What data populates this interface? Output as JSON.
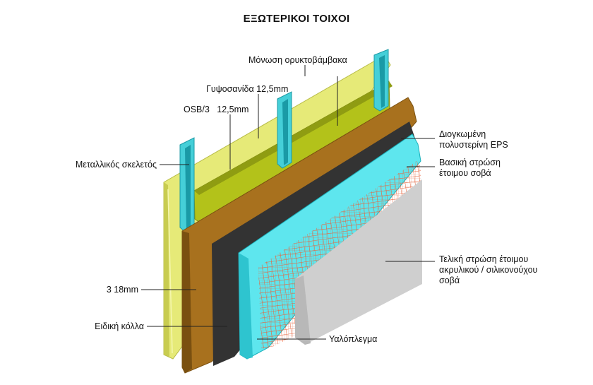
{
  "title": "ΕΞΩΤΕΡΙΚΟΙ ΤΟΙΧΟΙ",
  "labels": {
    "mineral_wool": "Μόνωση ορυκτοβάμβακα",
    "gypsum_board": "Γυψοσανίδα 12,5mm",
    "osb": "OSB/3   12,5mm",
    "metal_frame": "Μεταλλικός σκελετός",
    "eps_line1": "Διογκωμένη",
    "eps_line2": "πολυστερίνη EPS",
    "base_coat_line1": "Βασική στρώση",
    "base_coat_line2": "έτοιμου σοβά",
    "finish_line1": "Τελική στρώση έτοιμου",
    "finish_line2": "ακρυλικού / σιλικονούχου",
    "finish_line3": "σοβά",
    "board_3_18": "3 18mm",
    "special_glue": "Ειδική κόλλα",
    "glass_mesh": "Υαλόπλεγμα"
  },
  "colors": {
    "gypsum": "#e6ea78",
    "gypsum_dark": "#c8cc50",
    "wool": "#b3c21a",
    "wool_dark": "#7e8a10",
    "steel": "#45cfd8",
    "steel_dark": "#1a9aa6",
    "osb": "#a8711e",
    "osb_dark": "#7a5010",
    "glue": "#333333",
    "eps": "#5ee6ee",
    "mesh": "#e8623a",
    "plaster": "#cfcfcf"
  }
}
